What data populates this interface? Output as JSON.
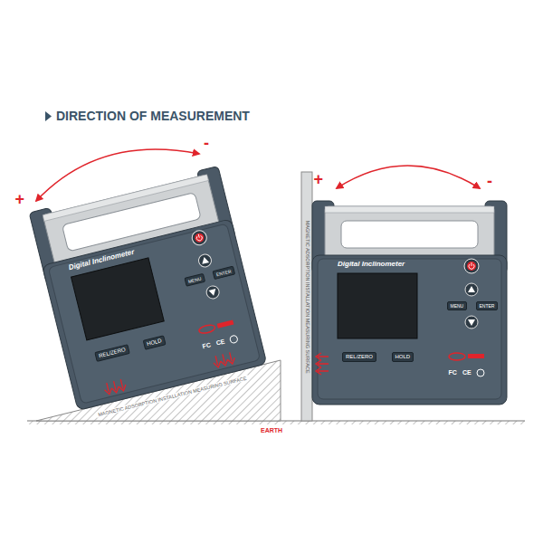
{
  "diagram": {
    "title": "DIRECTION OF MEASUREMENT",
    "nodes": [
      {
        "text": [
          "Digital Inclinometer"
        ]
      },
      {
        "text": [
          "MENU"
        ],
        "in": 0
      },
      {
        "text": [
          "ENTER"
        ],
        "in": 0
      },
      {
        "text": [
          "REL/ZERO"
        ],
        "in": 0
      },
      {
        "text": [
          "HOLD"
        ],
        "in": 0
      },
      {
        "text": [
          "Digital Inclinometer"
        ]
      },
      {
        "text": [
          "MENU"
        ],
        "in": 5
      },
      {
        "text": [
          "ENTER"
        ],
        "in": 5
      },
      {
        "text": [
          "REL/ZERO"
        ],
        "in": 5
      },
      {
        "text": [
          "HOLD"
        ],
        "in": 5
      }
    ],
    "labels": [
      "+",
      "-",
      "FC",
      "CE",
      "MAGNETIC ADSORPTION INSTALLATION MEASURING SURFACE",
      "+",
      "-",
      "MAGNETIC ADSORPTION INSTALLATION MEASURING SURFACE",
      "FC",
      "CE",
      "EARTH"
    ]
  }
}
